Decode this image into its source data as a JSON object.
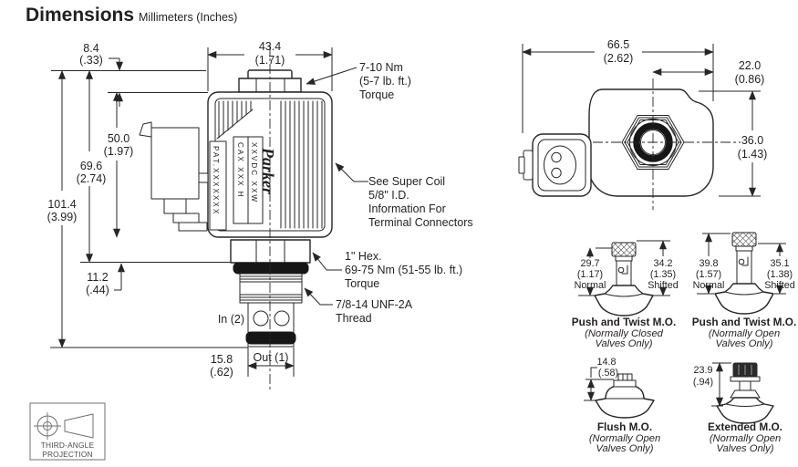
{
  "title": {
    "heading": "Dimensions",
    "units": "Millimeters (Inches)"
  },
  "front_view": {
    "dims": {
      "nut_protrusion": {
        "mm": "8.4",
        "in": "(.33)"
      },
      "coil_width": {
        "mm": "43.4",
        "in": "(1.71)"
      },
      "coil_height": {
        "mm": "50.0",
        "in": "(1.97)"
      },
      "top_to_surface": {
        "mm": "69.6",
        "in": "(2.74)"
      },
      "overall": {
        "mm": "101.4",
        "in": "(3.99)"
      },
      "surface_step": {
        "mm": "11.2",
        "in": "(.44)"
      },
      "cartridge_dia": {
        "mm": "15.8",
        "in": "(.62)"
      }
    },
    "ports": {
      "in": "In (2)",
      "out": "Out (1)"
    },
    "coil_label": {
      "pat": "PAT.XXXXXXX",
      "model": "CAX XXX H",
      "rating": "XXVDC  XXW",
      "brand": "Parker"
    },
    "notes": {
      "nut_torque": [
        "7-10 Nm",
        "(5-7 lb. ft.)",
        "Torque"
      ],
      "super_coil": [
        "See Super Coil",
        "5/8\" I.D.",
        "Information For",
        "Terminal Connectors"
      ],
      "hex_torque": [
        "1\" Hex.",
        "69-75 Nm (51-55 lb. ft.)",
        "Torque"
      ],
      "thread": [
        "7/8-14 UNF-2A",
        "Thread"
      ]
    }
  },
  "top_view": {
    "dims": {
      "overall_width": {
        "mm": "66.5",
        "in": "(2.62)"
      },
      "center_to_edge": {
        "mm": "22.0",
        "in": "(0.86)"
      },
      "body_height": {
        "mm": "36.0",
        "in": "(1.43)"
      }
    }
  },
  "overrides": [
    {
      "caption": "Push and Twist M.O.",
      "note1": "(Normally Closed",
      "note2": "Valves Only)",
      "left": {
        "mm": "29.7",
        "in": "(1.17)",
        "state": "Normal"
      },
      "right": {
        "mm": "34.2",
        "in": "(1.35)",
        "state": "Shifted"
      }
    },
    {
      "caption": "Push and Twist M.O.",
      "note1": "(Normally Open",
      "note2": "Valves Only)",
      "left": {
        "mm": "39.8",
        "in": "(1.57)",
        "state": "Normal"
      },
      "right": {
        "mm": "35.1",
        "in": "(1.38)",
        "state": "Shifted"
      }
    },
    {
      "caption": "Flush M.O.",
      "note1": "(Normally Open",
      "note2": "Valves Only)",
      "dim": {
        "mm": "14.8",
        "in": "(.58)"
      }
    },
    {
      "caption": "Extended M.O.",
      "note1": "(Normally Open",
      "note2": "Valves Only)",
      "dim": {
        "mm": "23.9",
        "in": "(.94)"
      }
    }
  ],
  "projection_box": {
    "line1": "THIRD-ANGLE",
    "line2": "PROJECTION"
  },
  "colors": {
    "line": "#262626",
    "oring": "#161616",
    "background": "#ffffff"
  }
}
